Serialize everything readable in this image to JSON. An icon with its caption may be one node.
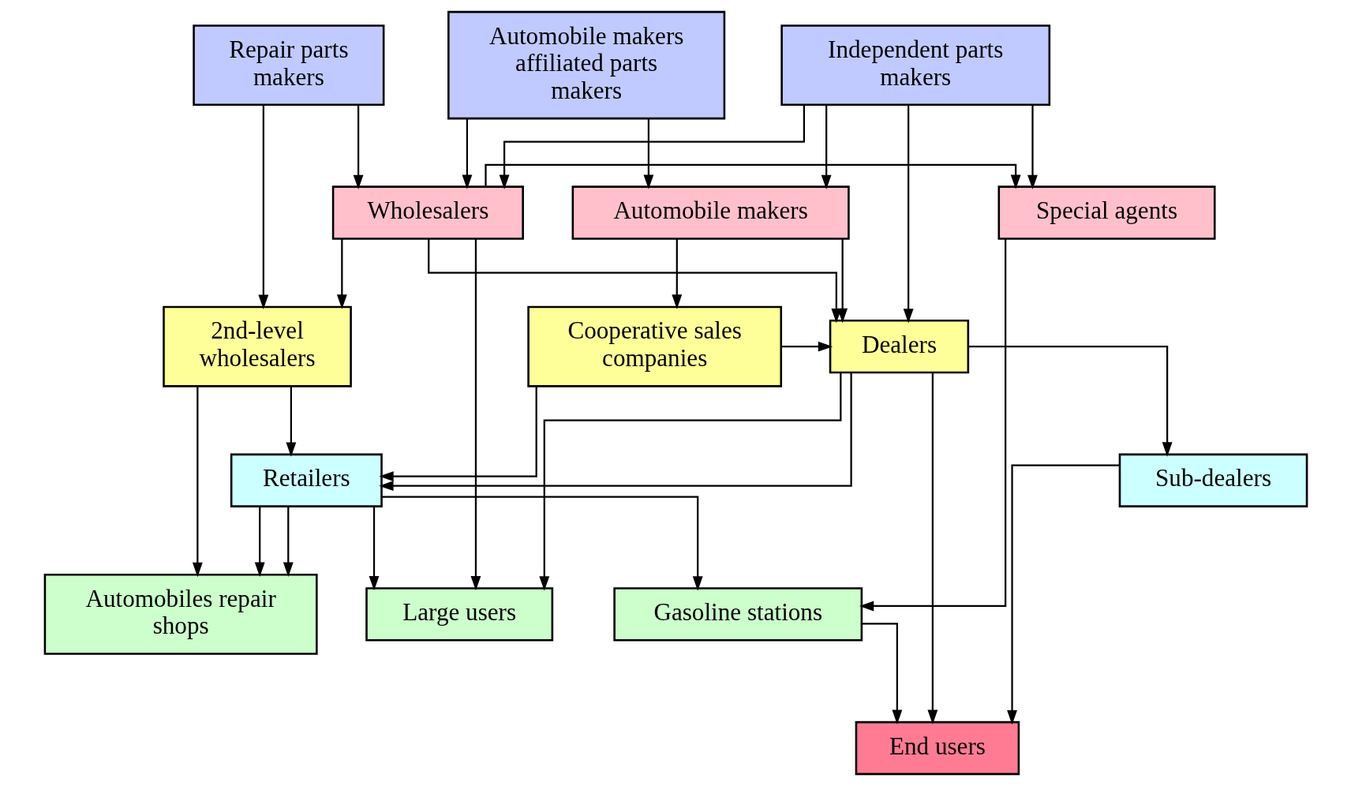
{
  "diagram": {
    "nodes": [
      {
        "text": [
          "Automobile makers affiliated parts makers"
        ]
      },
      {
        "text": [
          "Independent parts makers"
        ]
      },
      {
        "text": [
          "Repair parts makers"
        ]
      },
      {
        "text": [
          "Automobile makers"
        ]
      },
      {
        "text": [
          "Wholesalers"
        ]
      },
      {
        "text": [
          "Special agents"
        ]
      },
      {
        "text": [
          "Dealers"
        ]
      },
      {
        "text": [
          "Cooperative sales companies"
        ]
      },
      {
        "text": [
          "2nd-level wholesalers"
        ]
      },
      {
        "text": [
          "Sub-dealers"
        ]
      },
      {
        "text": [
          "Retailers"
        ]
      },
      {
        "text": [
          "Gasoline stations"
        ]
      },
      {
        "text": [
          "Large users"
        ]
      },
      {
        "text": [
          "Automobiles repair shops"
        ]
      },
      {
        "text": [
          "End users"
        ]
      }
    ],
    "edges": [
      {
        "from": 0,
        "to": 3,
        "arrow": "to"
      },
      {
        "from": 0,
        "to": 4,
        "arrow": "to"
      },
      {
        "from": 1,
        "to": 3,
        "arrow": "to"
      },
      {
        "from": 1,
        "to": 6,
        "arrow": "to"
      },
      {
        "from": 1,
        "to": 4,
        "arrow": "to"
      },
      {
        "from": 1,
        "to": 5,
        "arrow": "to"
      },
      {
        "from": 2,
        "to": 4,
        "arrow": "to"
      },
      {
        "from": 2,
        "to": 8,
        "arrow": "to"
      },
      {
        "from": 3,
        "to": 6,
        "arrow": "to"
      },
      {
        "from": 3,
        "to": 7,
        "arrow": "to"
      },
      {
        "from": 4,
        "to": 6,
        "arrow": "to"
      },
      {
        "from": 4,
        "to": 5,
        "arrow": "to"
      },
      {
        "from": 4,
        "to": 12,
        "arrow": "to"
      },
      {
        "from": 4,
        "to": 8,
        "arrow": "to"
      },
      {
        "from": 5,
        "to": 11,
        "arrow": "to"
      },
      {
        "from": 7,
        "to": 6,
        "arrow": "to"
      },
      {
        "from": 7,
        "to": 10,
        "arrow": "to"
      },
      {
        "from": 6,
        "to": 9,
        "arrow": "to"
      },
      {
        "from": 6,
        "to": 12,
        "arrow": "to"
      },
      {
        "from": 6,
        "to": 10,
        "arrow": "to"
      },
      {
        "from": 6,
        "to": 14,
        "arrow": "to"
      },
      {
        "from": 8,
        "to": 10,
        "arrow": "to"
      },
      {
        "from": 8,
        "to": 13,
        "arrow": "to"
      },
      {
        "from": 9,
        "to": 14,
        "arrow": "to"
      },
      {
        "from": 10,
        "to": 12,
        "arrow": "to"
      },
      {
        "from": 10,
        "to": 13,
        "arrow": "to"
      },
      {
        "from": 10,
        "to": 13,
        "arrow": "to"
      },
      {
        "from": 10,
        "to": 11,
        "arrow": "to"
      },
      {
        "from": 11,
        "to": 14,
        "arrow": "to"
      }
    ]
  }
}
